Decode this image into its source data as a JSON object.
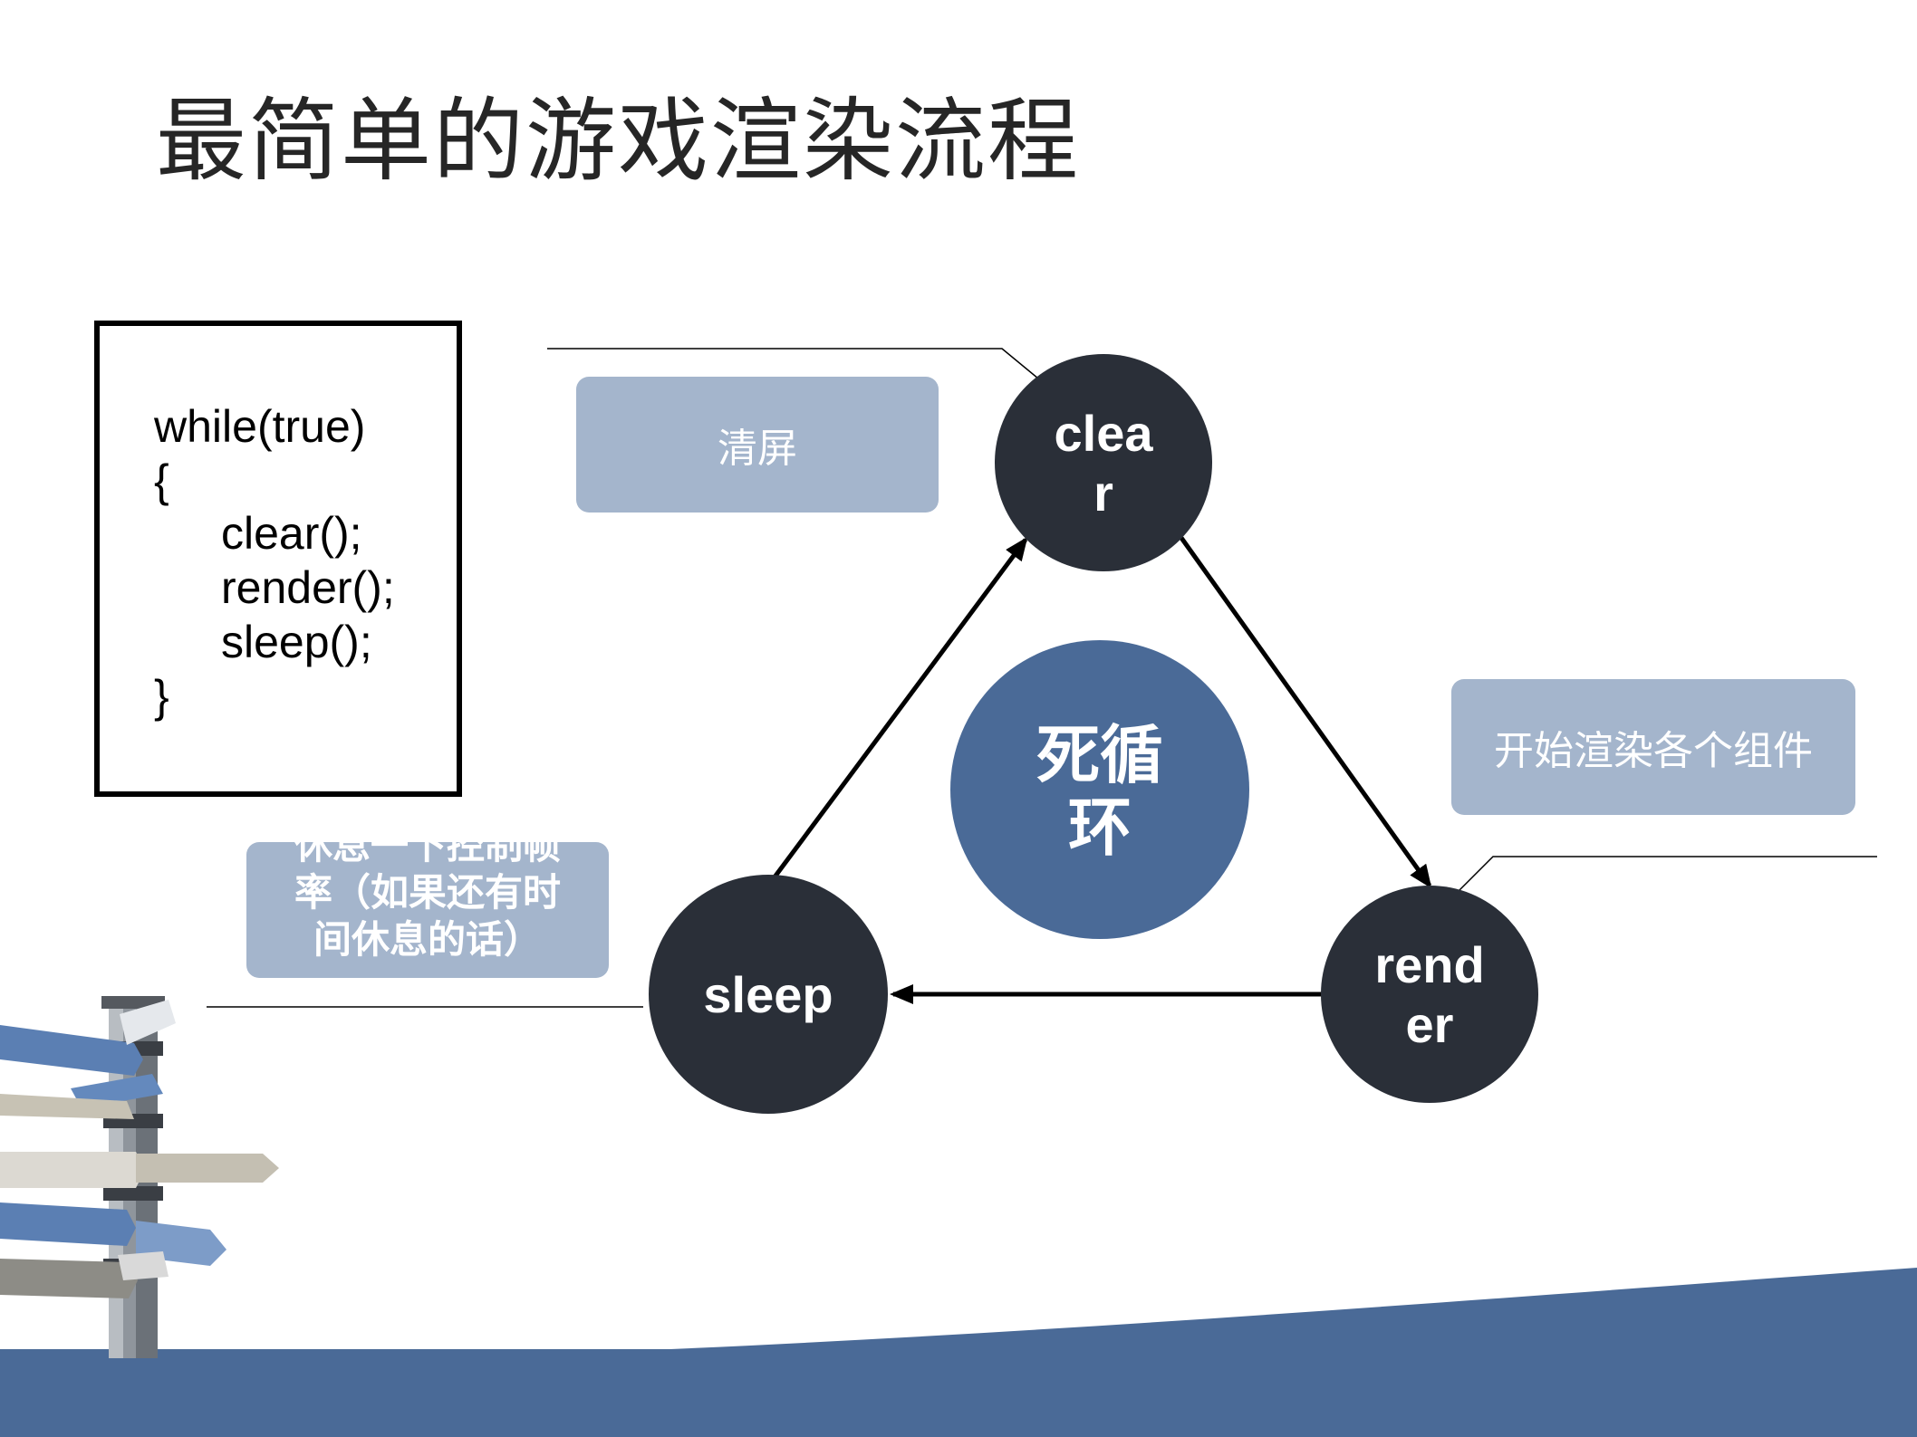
{
  "title": "最简单的游戏渲染流程",
  "code": {
    "lines": [
      "while(true)",
      "{",
      "clear();",
      "render();",
      "sleep();",
      "}"
    ]
  },
  "cycle": {
    "nodes": {
      "clear": {
        "line1": "clea",
        "line2": "r"
      },
      "render": {
        "line1": "rend",
        "line2": "er"
      },
      "sleep": {
        "line1": "sleep"
      }
    },
    "center": {
      "line1": "死循",
      "line2": "环"
    }
  },
  "notes": {
    "clear": "清屏",
    "render": "开始渲染各个组件",
    "sleep": {
      "line1": "休息一下控制帧",
      "line2": "率（如果还有时",
      "line3": "间休息的话）"
    }
  },
  "colors": {
    "node_fill": "#2a2f38",
    "center_fill": "#4a6a97",
    "note_fill": "#a4b5cc",
    "footer_band": "#4a6a97"
  }
}
